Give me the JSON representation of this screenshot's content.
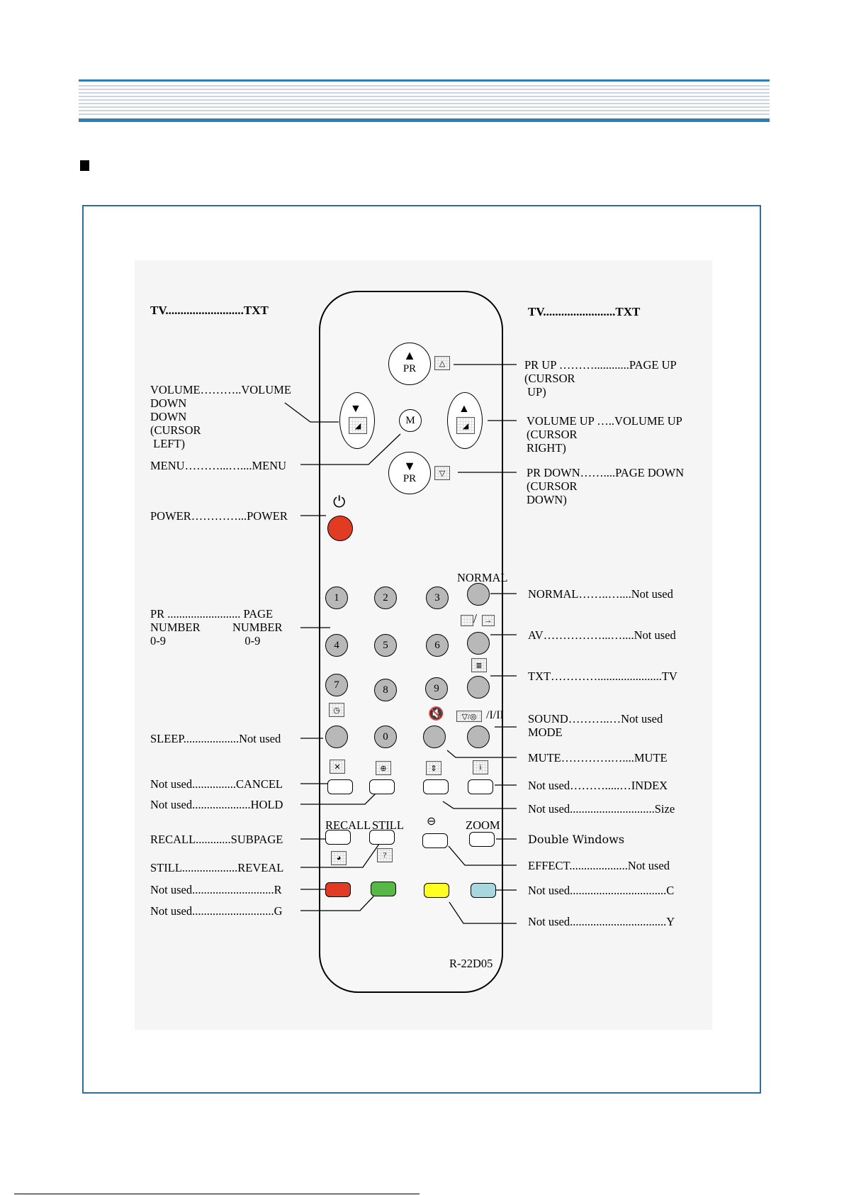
{
  "header": {
    "bar_color": "#2d7fb2"
  },
  "left": {
    "title": "TV..........................TXT",
    "volume_down": "VOLUME………..VOLUME\nDOWN\nDOWN\n(CURSOR\n LEFT)",
    "menu": "MENU………...…....MENU",
    "power": "POWER…………...POWER",
    "pr_number": "PR ......................... PAGE\nNUMBER           NUMBER\n0-9                           0-9",
    "sleep": "SLEEP...................Not used",
    "cancel": "Not used...............CANCEL",
    "hold": "Not used....................HOLD",
    "recall": "RECALL............SUBPAGE",
    "still": "STILL...................REVEAL",
    "red": "Not used............................R",
    "green": "Not used............................G"
  },
  "right": {
    "title": "TV........................TXT",
    "pr_up": "PR UP ………............PAGE UP\n(CURSOR\n UP)",
    "volume_up": "VOLUME UP …..VOLUME UP\n(CURSOR\nRIGHT)",
    "pr_down": "PR DOWN……....PAGE DOWN\n(CURSOR\nDOWN)",
    "normal": "NORMAL……..…....Not used",
    "av": "AV……………...…....Not used",
    "txt": "TXT…………......................TV",
    "sound": "SOUND………..…Not used\nMODE",
    "mute": "MUTE………….…....MUTE",
    "index": "Not used……….....…INDEX",
    "size": "Not used.............................Size",
    "double": "Double Windows",
    "effect": "EFFECT....................Not used",
    "cyan": "Not used.................................C",
    "yellow": "Not used.................................Y"
  },
  "remote": {
    "pr_label": "PR",
    "menu_key": "M",
    "normal_label": "NORMAL",
    "recall_label": "RECALL",
    "still_label": "STILL",
    "zoom_label": "ZOOM",
    "sound_icon_suffix": "/I/II",
    "model": "R-22D05",
    "digits": [
      "1",
      "2",
      "3",
      "4",
      "5",
      "6",
      "7",
      "8",
      "9",
      "0"
    ],
    "colors": {
      "red": "#e23b24",
      "green": "#57b847",
      "yellow": "#ffff22",
      "cyan": "#a9d7e0",
      "power": "#e23b24",
      "grey": "#b8b8b8"
    }
  }
}
